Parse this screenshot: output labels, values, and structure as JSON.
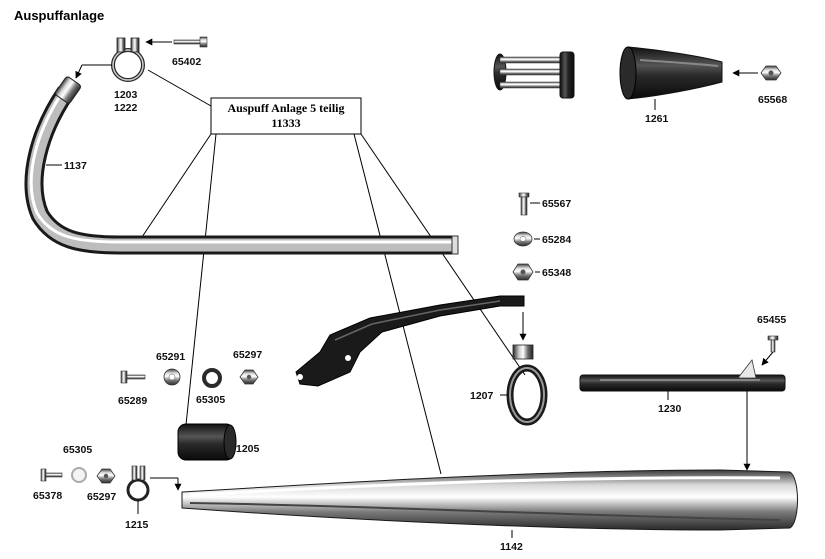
{
  "title": "Auspuffanlage",
  "assembly_box": {
    "line1": "Auspuff Anlage 5 teilig",
    "line2": "11333"
  },
  "labels": {
    "p65402": "65402",
    "p1203": "1203",
    "p1222": "1222",
    "p1137": "1137",
    "p1261": "1261",
    "p65568": "65568",
    "p65567": "65567",
    "p65284": "65284",
    "p65348": "65348",
    "p65291": "65291",
    "p65297a": "65297",
    "p65289": "65289",
    "p65305a": "65305",
    "p1207": "1207",
    "p65455": "65455",
    "p1230": "1230",
    "p1205": "1205",
    "p65305b": "65305",
    "p65378": "65378",
    "p65297b": "65297",
    "p1215": "1215",
    "p1142": "1142"
  }
}
